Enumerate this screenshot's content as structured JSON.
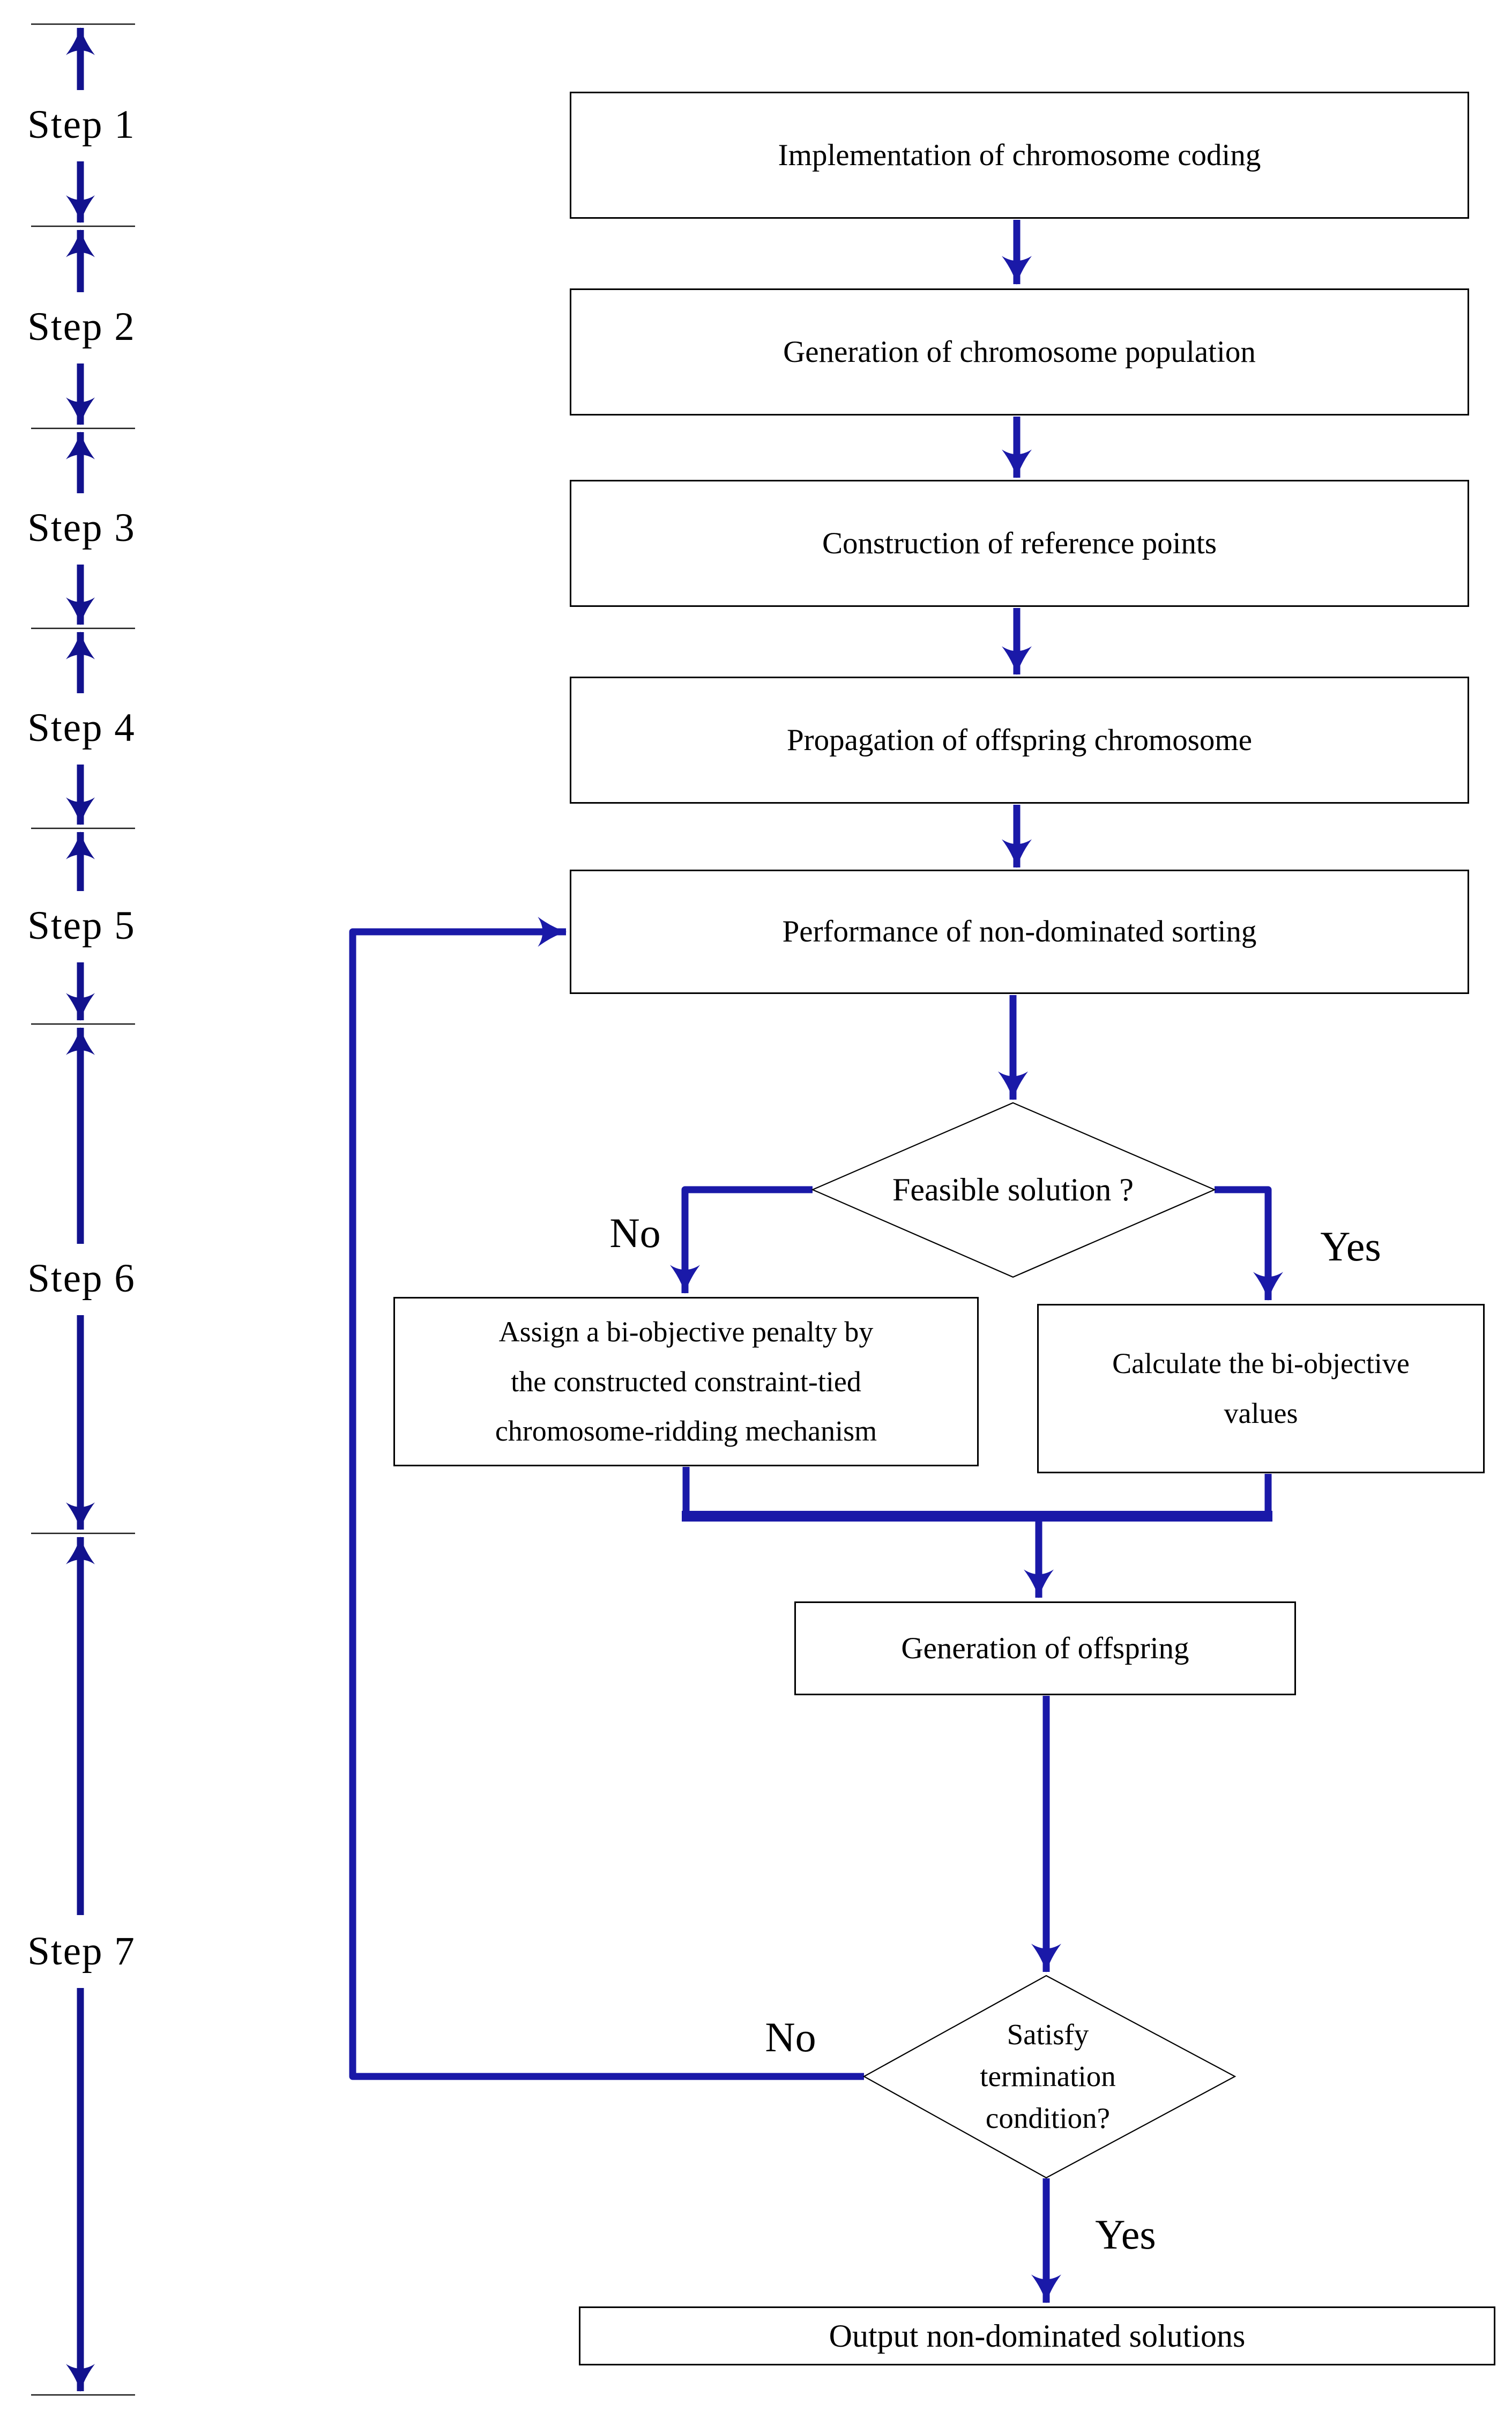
{
  "palette": {
    "flow_arrow_blue": "#1a19a8",
    "step_arrow_blue": "#12128e",
    "shape_border_black": "#000000",
    "text_black": "#000000",
    "background": "#ffffff"
  },
  "left_rail": {
    "items": [
      {
        "label": "Step 1"
      },
      {
        "label": "Step 2"
      },
      {
        "label": "Step 3"
      },
      {
        "label": "Step 4"
      },
      {
        "label": "Step 5"
      },
      {
        "label": "Step 6"
      },
      {
        "label": "Step 7"
      }
    ]
  },
  "flowchart": {
    "process_boxes": [
      {
        "id": "chromosome-coding",
        "label": "Implementation of chromosome coding"
      },
      {
        "id": "population-generation",
        "label": "Generation of chromosome population"
      },
      {
        "id": "reference-points",
        "label": "Construction of reference points"
      },
      {
        "id": "offspring-propagation",
        "label": "Propagation of offspring chromosome"
      },
      {
        "id": "non-dominated-sorting",
        "label": "Performance of non-dominated sorting"
      },
      {
        "id": "penalty-assignment",
        "label": "Assign a bi-objective penalty by\nthe constructed constraint-tied\nchromosome-ridding mechanism"
      },
      {
        "id": "bi-objective-values",
        "label": "Calculate the bi-objective\nvalues"
      },
      {
        "id": "offspring-generation",
        "label": "Generation of offspring"
      },
      {
        "id": "output-solutions",
        "label": "Output non-dominated solutions"
      }
    ],
    "decisions": [
      {
        "id": "feasible-solution",
        "label": "Feasible solution ?",
        "no_label": "No",
        "yes_label": "Yes"
      },
      {
        "id": "termination-condition",
        "label": "Satisfy\ntermination\ncondition?",
        "no_label": "No",
        "yes_label": "Yes"
      }
    ]
  }
}
